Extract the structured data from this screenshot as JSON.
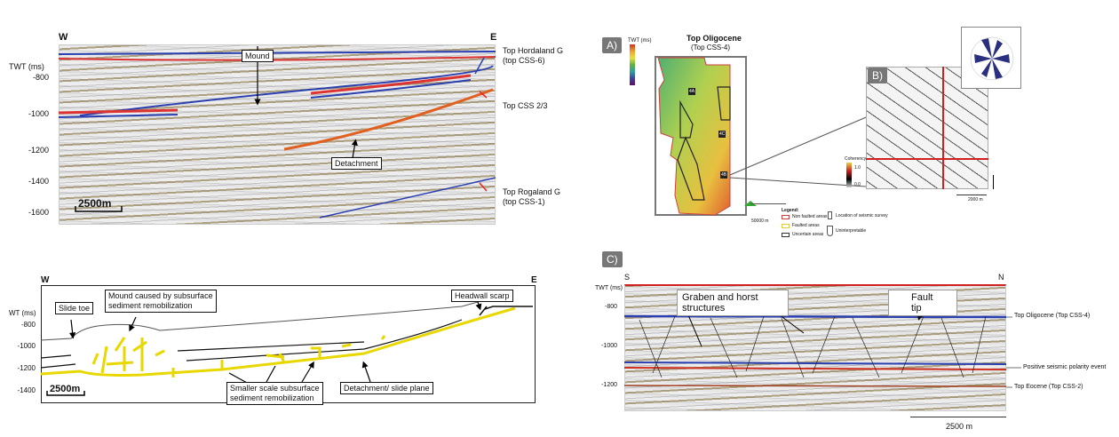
{
  "seismic_top_left": {
    "west": "W",
    "east": "E",
    "axis_label": "TWT (ms)",
    "ticks": [
      "-800",
      "-1000",
      "-1200",
      "-1400",
      "-1600"
    ],
    "scale": "2500m",
    "mound": "Mound",
    "detachment": "Detachment",
    "horizons": [
      "Top Hordaland G",
      "(top CSS-6)",
      "Top CSS 2/3",
      "Top Rogaland G",
      "(top CSS-1)"
    ]
  },
  "sketch_bottom_left": {
    "west": "W",
    "east": "E",
    "axis_label": "WT (ms)",
    "ticks": [
      "-800",
      "-1000",
      "-1200",
      "-1400"
    ],
    "scale": "2500m",
    "slide_toe": "Slide toe",
    "mound": [
      "Mound caused by subsurface",
      "sediment remobilization"
    ],
    "headwall": "Headwall scarp",
    "smaller": [
      "Smaller scale subsurface",
      "sediment remobilization"
    ],
    "detachment": "Detachment/ slide plane"
  },
  "panel_a": {
    "label": "A)",
    "title": "Top Oligocene",
    "subtitle": "(Top CSS-4)",
    "colorbar_label": "TWT (ms)",
    "areas": [
      "4A",
      "4C",
      "4B"
    ],
    "scale": "50000 m",
    "legend": {
      "title": "Legend:",
      "items": [
        "Non faulted areas",
        "Faulted areas",
        "Uncertain areas",
        "Location of seismic survey",
        "Uninterpretable"
      ]
    },
    "colors": {
      "non_faulted": "#d04040",
      "faulted": "#e0d040",
      "uncertain": "#333333"
    }
  },
  "panel_b": {
    "label": "B)",
    "colorbar_label": "Coherency",
    "colorbar_max": "1.0",
    "colorbar_min": "0.0",
    "scale": "2000 m"
  },
  "panel_c": {
    "label": "C)",
    "south": "S",
    "north": "N",
    "axis_label": "TWT (ms)",
    "ticks": [
      "-800",
      "-1000",
      "-1200"
    ],
    "callouts": [
      "Graben and horst structures",
      "Fault tip"
    ],
    "horizons": [
      "Top Oligocene (Top CSS-4)",
      "Positive seismic polarity event",
      "Top Eocene (Top CSS-2)"
    ],
    "scale": "2500 m"
  }
}
